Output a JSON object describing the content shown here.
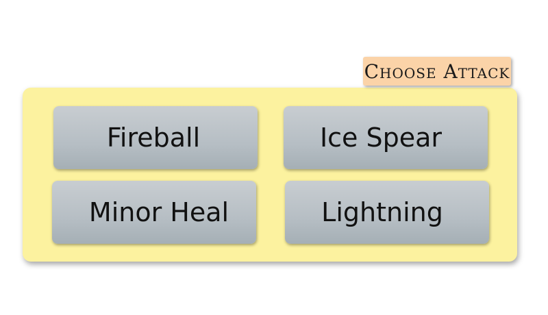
{
  "menu": {
    "title": "Choose Attack",
    "attacks": [
      {
        "label": "Fireball"
      },
      {
        "label": "Ice Spear"
      },
      {
        "label": "Minor Heal"
      },
      {
        "label": "Lightning"
      }
    ]
  },
  "colors": {
    "panel": "#fcf29f",
    "title_tab": "#fbd3a8",
    "button": "#b6bec4"
  }
}
